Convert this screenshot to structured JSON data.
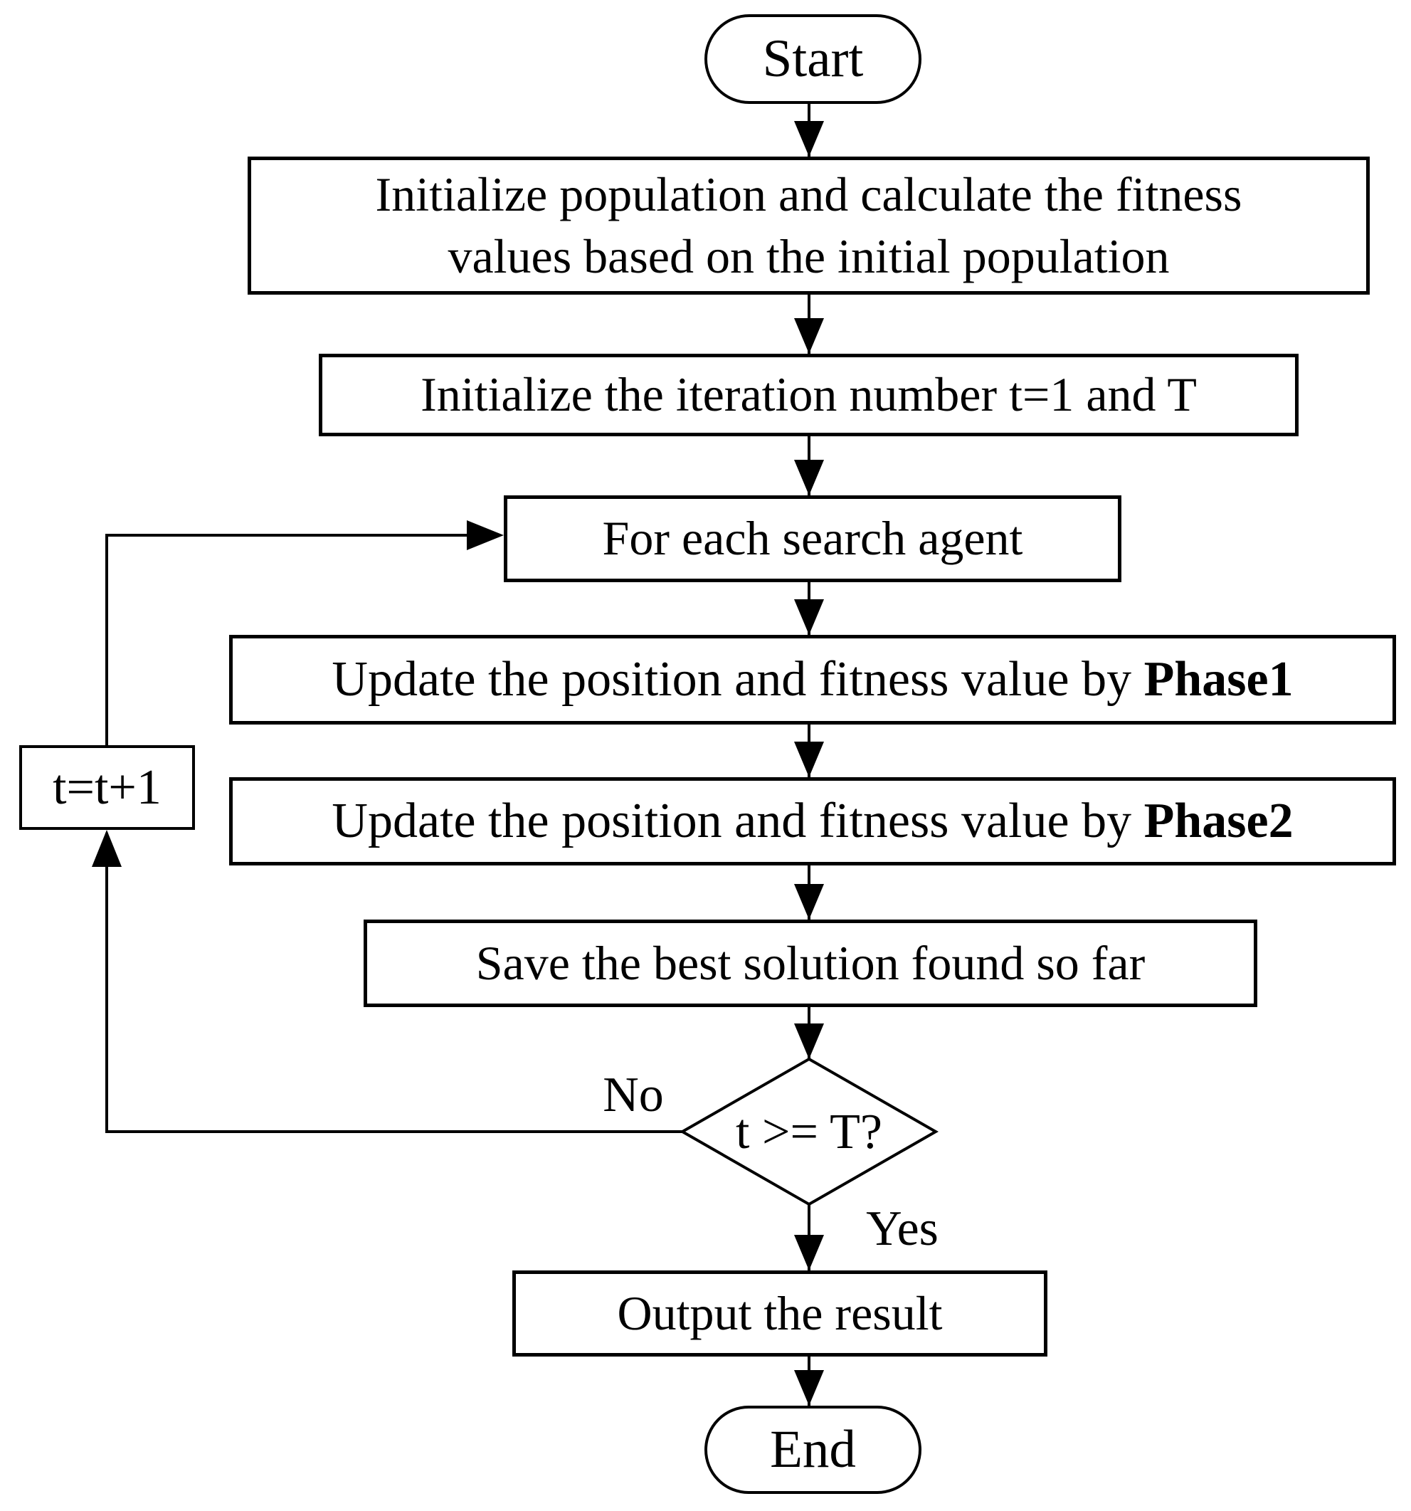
{
  "diagram": {
    "background": "#ffffff",
    "stroke_color": "#000000",
    "nodes": {
      "start": {
        "label": "Start"
      },
      "init_population": {
        "line1": "Initialize population and calculate the fitness",
        "line2": "values based on the initial population"
      },
      "init_iteration": {
        "label": "Initialize the iteration number t=1 and T"
      },
      "for_each_agent": {
        "label": "For each search agent"
      },
      "update_phase1": {
        "prefix": "Update the position and fitness value by ",
        "bold": "Phase1"
      },
      "update_phase2": {
        "prefix": "Update the position and fitness value by ",
        "bold": "Phase2"
      },
      "save_best": {
        "label": "Save the best solution found so far"
      },
      "decision": {
        "label": "t >= T?"
      },
      "increment": {
        "label": "t=t+1"
      },
      "output": {
        "label": "Output the result"
      },
      "end": {
        "label": "End"
      }
    },
    "edge_labels": {
      "no": "No",
      "yes": "Yes"
    }
  }
}
